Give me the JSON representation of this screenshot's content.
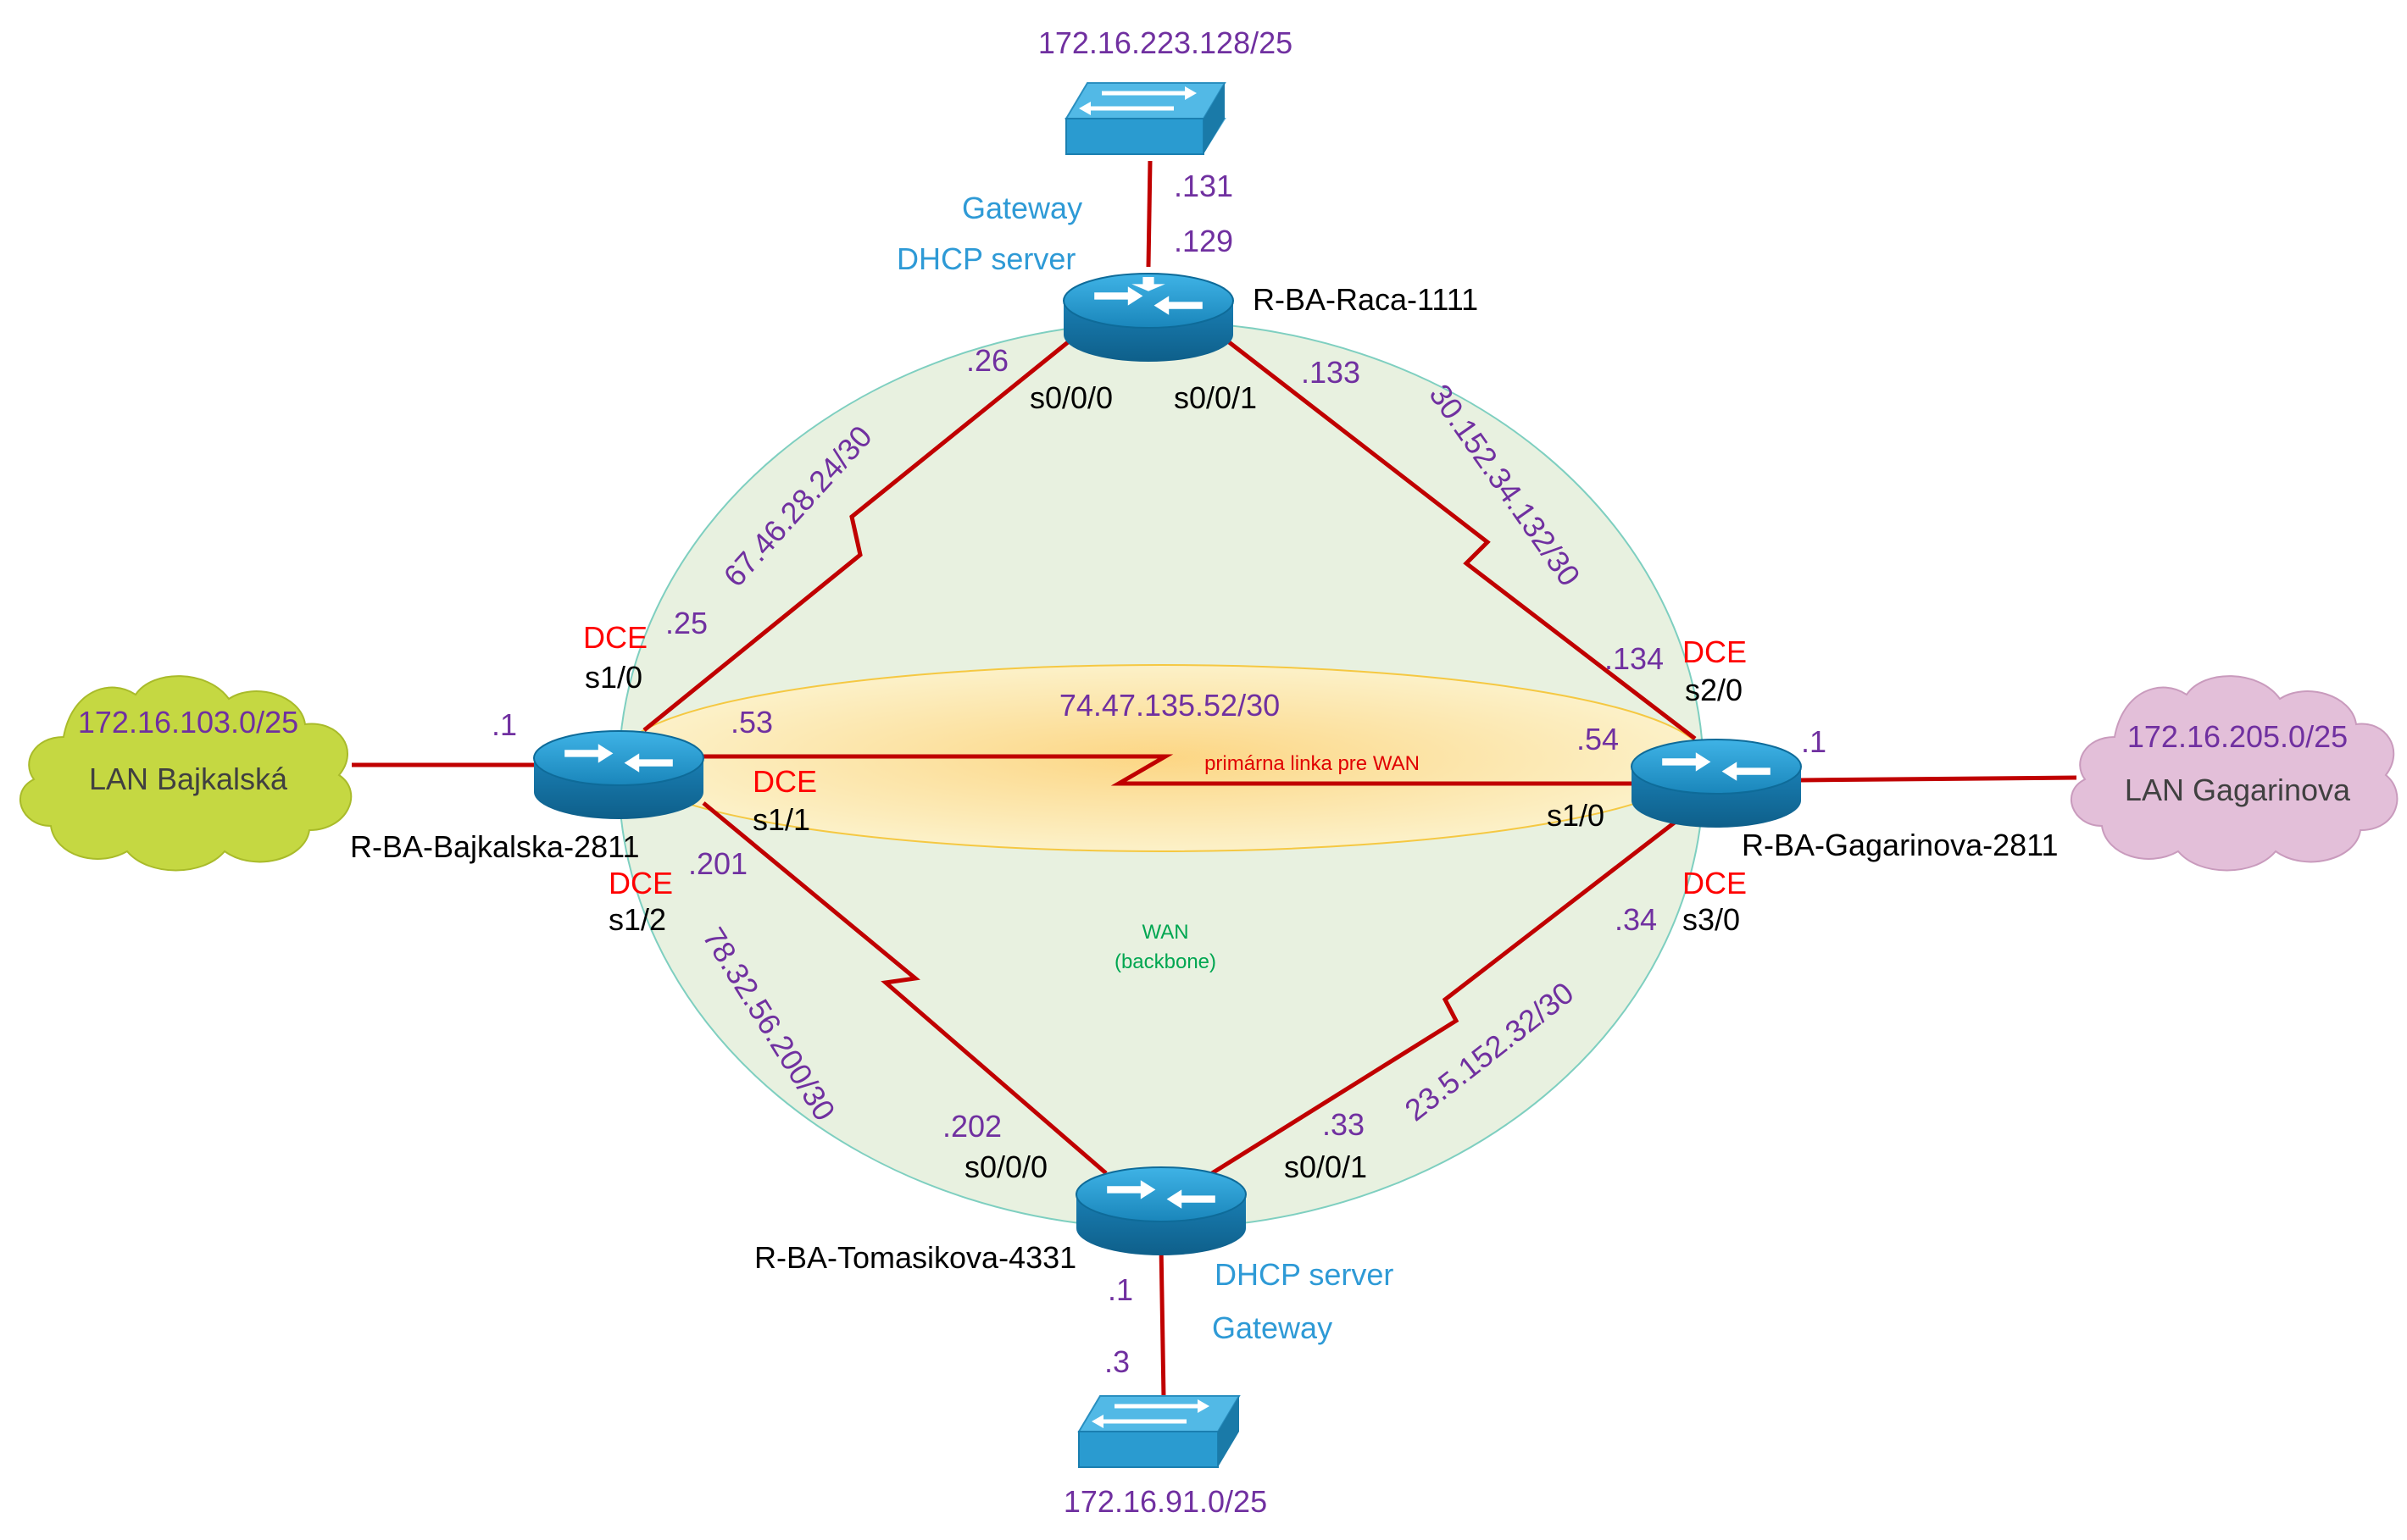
{
  "diagram": {
    "zones": {
      "wan_label": "WAN",
      "wan_sublabel": "(backbone)"
    },
    "clouds": [
      {
        "id": "bajkalska",
        "subnet": "172.16.103.0/25",
        "name": "LAN Bajkalská",
        "fill": "#c5d842"
      },
      {
        "id": "gagarinova",
        "subnet": "172.16.205.0/25",
        "name": "LAN Gagarinova",
        "fill": "#e3bfd9"
      }
    ],
    "switches": [
      {
        "id": "raca",
        "subnet": "172.16.223.128/25"
      },
      {
        "id": "tomasikova",
        "subnet": "172.16.91.0/25"
      }
    ],
    "routers": [
      {
        "id": "raca",
        "name": "R-BA-Raca-1111"
      },
      {
        "id": "bajkalska",
        "name": "R-BA-Bajkalska-2811"
      },
      {
        "id": "gagarinova",
        "name": "R-BA-Gagarinova-2811"
      },
      {
        "id": "tomasikova",
        "name": "R-BA-Tomasikova-4331"
      }
    ],
    "networks": {
      "raca_bajkalska": "67.46.28.24/30",
      "raca_gagarinova": "30.152.34.132/30",
      "primary": "74.47.135.52/30",
      "primary_note": "primárna linka pre WAN",
      "bajkalska_tomasikova": "78.32.56.200/30",
      "gagarinova_tomasikova": "23.5.152.32/30"
    },
    "addresses": {
      "raca_switch": ".131",
      "raca_lan": ".129",
      "raca_s000": ".26",
      "raca_s001": ".133",
      "bajk_s10": ".25",
      "bajk_lan": ".1",
      "bajk_s11": ".53",
      "bajk_s12": ".201",
      "gag_s20": ".134",
      "gag_lan": ".1",
      "gag_s10": ".54",
      "gag_s30": ".34",
      "tom_s000": ".202",
      "tom_s001": ".33",
      "tom_lan": ".1",
      "tom_switch": ".3"
    },
    "interfaces": {
      "raca_s000": "s0/0/0",
      "raca_s001": "s0/0/1",
      "bajk_s10": "s1/0",
      "bajk_s11": "s1/1",
      "bajk_s12": "s1/2",
      "gag_s20": "s2/0",
      "gag_s10": "s1/0",
      "gag_s30": "s3/0",
      "tom_s000": "s0/0/0",
      "tom_s001": "s0/0/1"
    },
    "dce": "DCE",
    "roles": {
      "gateway": "Gateway",
      "dhcp": "DHCP server"
    },
    "colors": {
      "link": "#c00000",
      "router": "#1f8fc0",
      "switch": "#2a9bd0",
      "wan_zone": "#e8f1e0",
      "primary_zone": "#ffe8a8",
      "address": "#7030a0",
      "dce": "#ff0000",
      "role": "#2e9ad6"
    }
  }
}
